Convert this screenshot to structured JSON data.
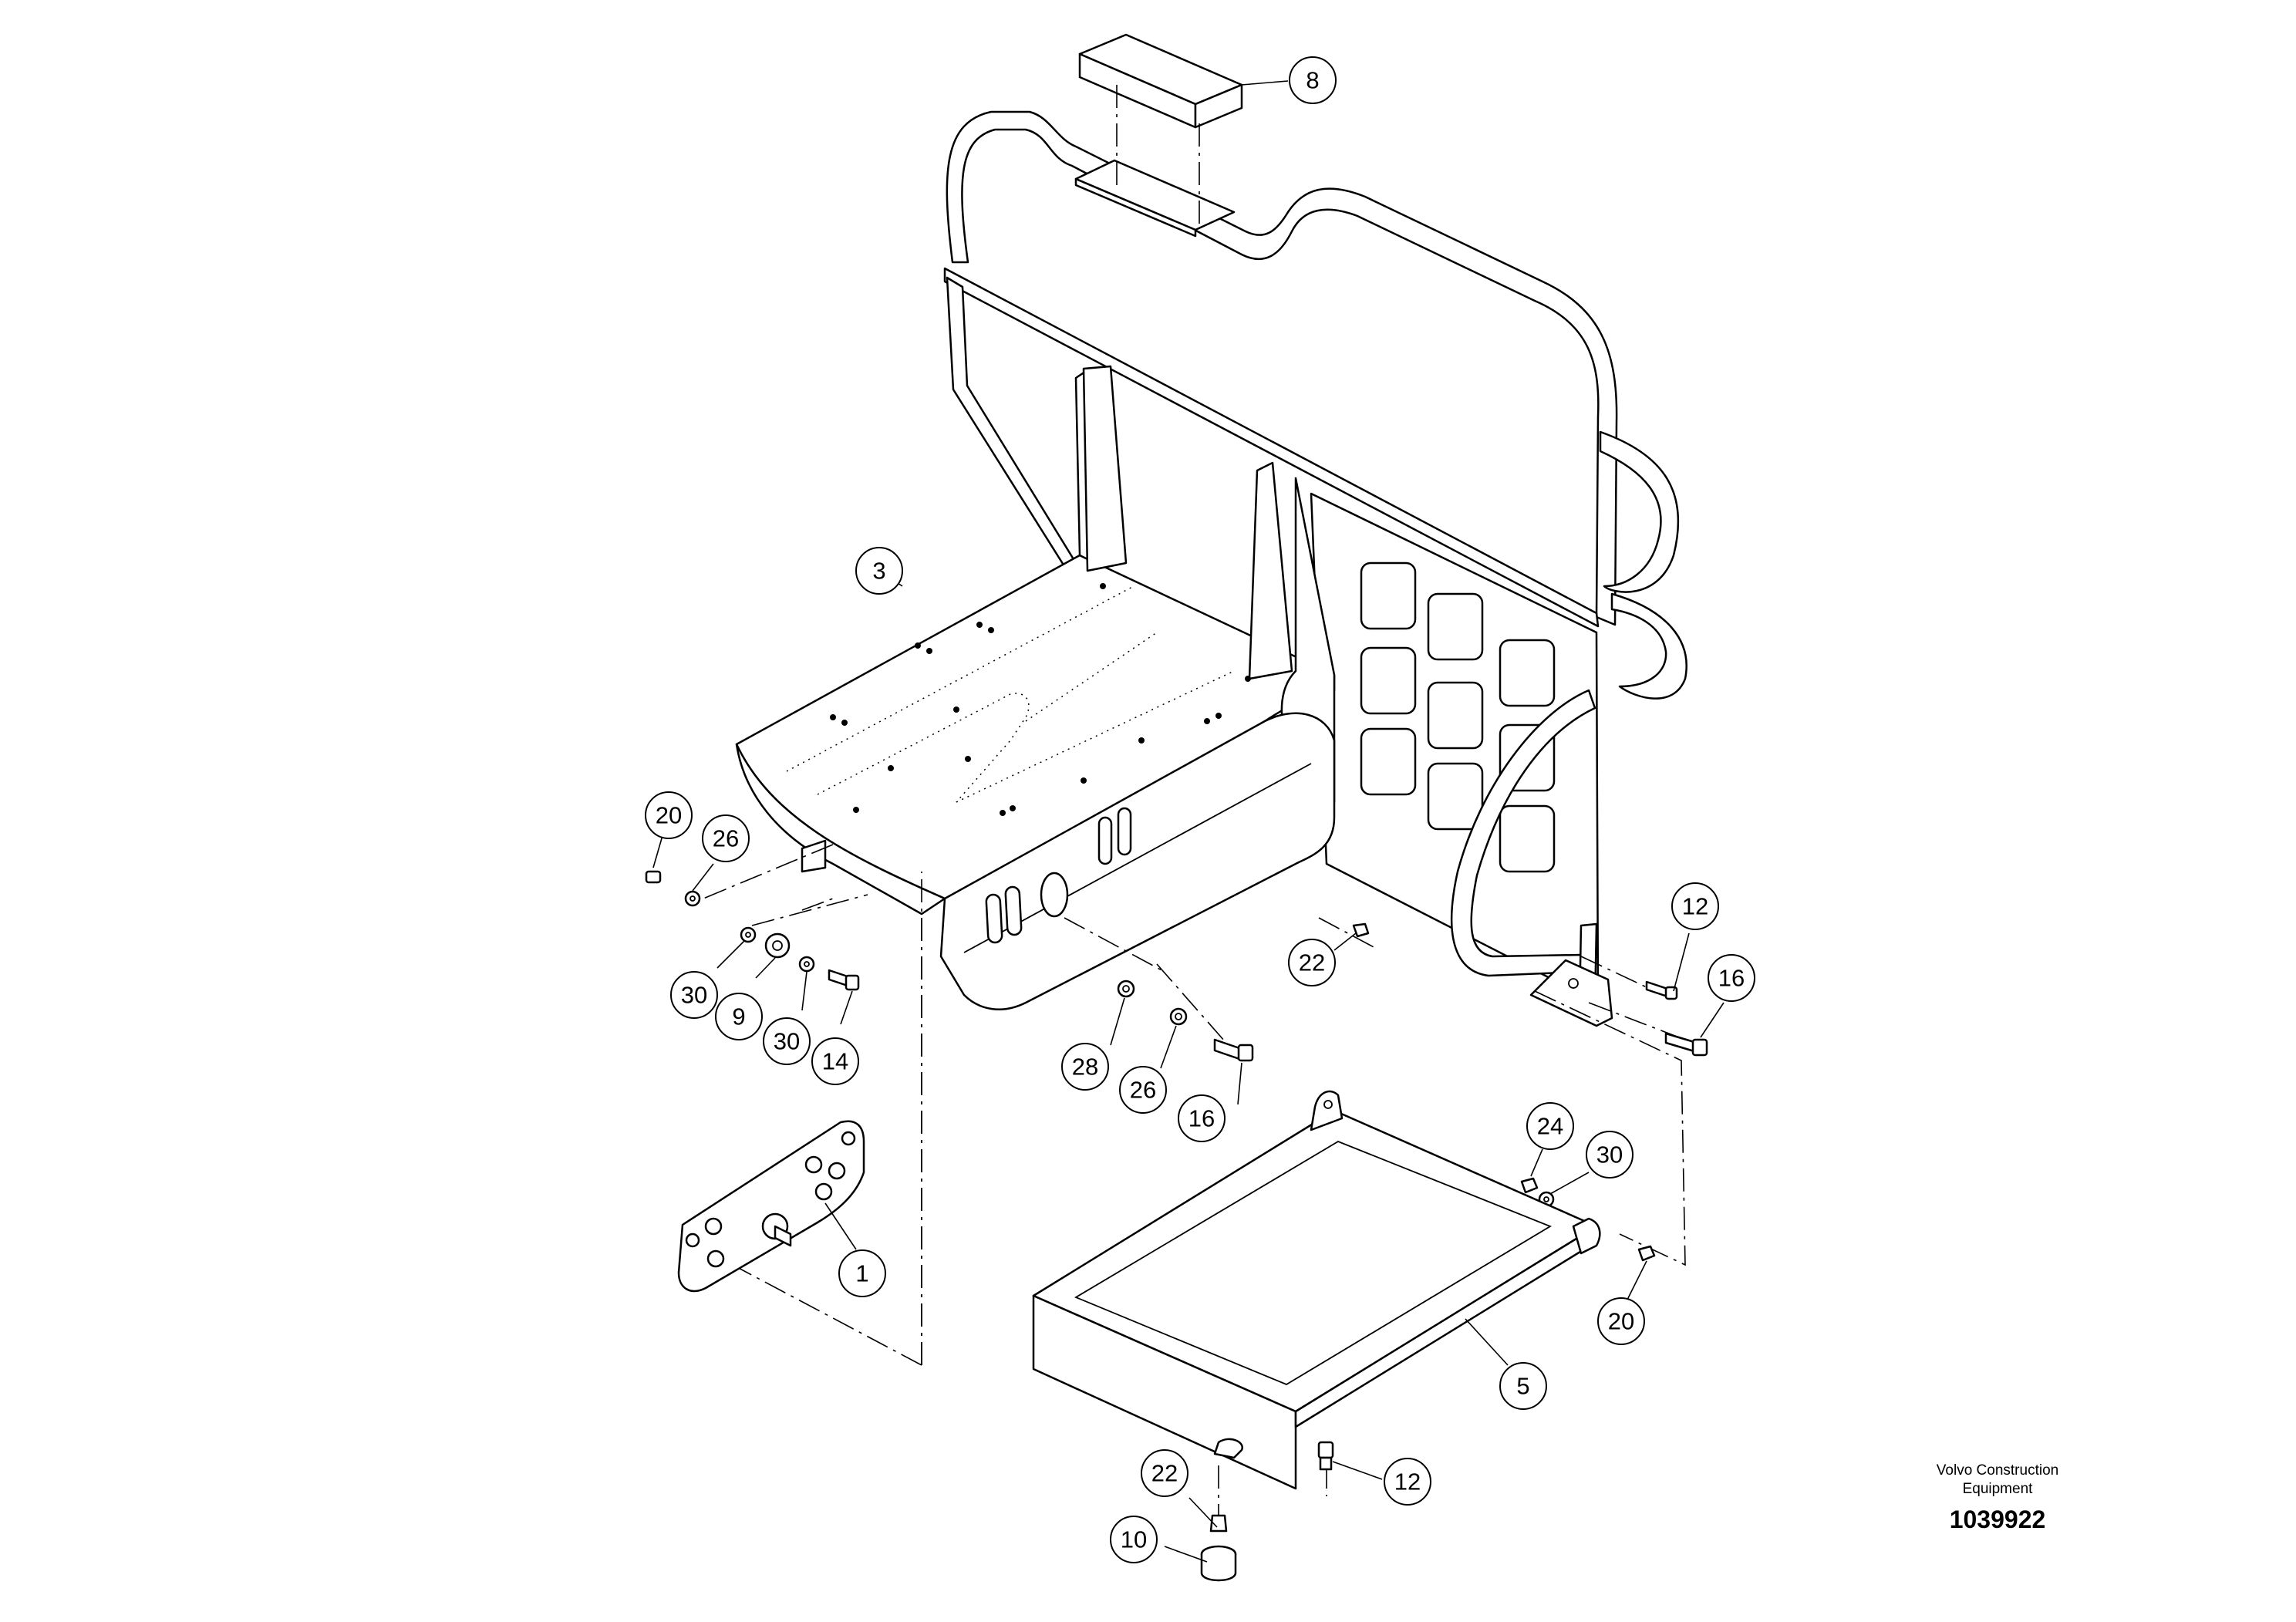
{
  "callouts": [
    {
      "id": "c8",
      "label": "8"
    },
    {
      "id": "c3",
      "label": "3"
    },
    {
      "id": "c20a",
      "label": "20"
    },
    {
      "id": "c26a",
      "label": "26"
    },
    {
      "id": "c30a",
      "label": "30"
    },
    {
      "id": "c9",
      "label": "9"
    },
    {
      "id": "c30b",
      "label": "30"
    },
    {
      "id": "c14",
      "label": "14"
    },
    {
      "id": "c28",
      "label": "28"
    },
    {
      "id": "c26b",
      "label": "26"
    },
    {
      "id": "c16a",
      "label": "16"
    },
    {
      "id": "c22a",
      "label": "22"
    },
    {
      "id": "c12a",
      "label": "12"
    },
    {
      "id": "c16b",
      "label": "16"
    },
    {
      "id": "c24",
      "label": "24"
    },
    {
      "id": "c30c",
      "label": "30"
    },
    {
      "id": "c1",
      "label": "1"
    },
    {
      "id": "c20b",
      "label": "20"
    },
    {
      "id": "c5",
      "label": "5"
    },
    {
      "id": "c12b",
      "label": "12"
    },
    {
      "id": "c22b",
      "label": "22"
    },
    {
      "id": "c10",
      "label": "10"
    }
  ],
  "footer": {
    "manufacturer": "Volvo Construction Equipment",
    "document_number": "1039922"
  }
}
